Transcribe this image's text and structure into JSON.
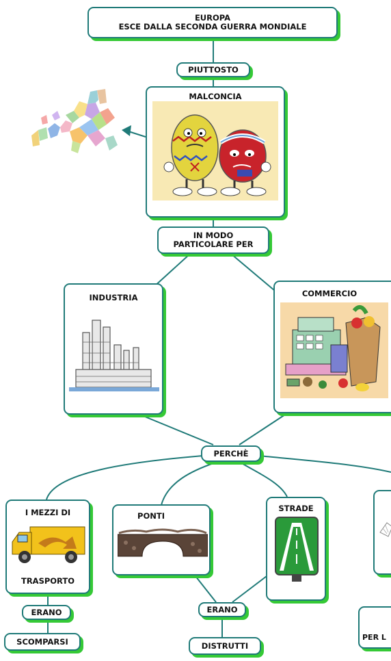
{
  "nodes": {
    "root_line1": "EUROPA",
    "root_line2": "ESCE DALLA SECONDA GUERRA MONDIALE",
    "piuttosto": "PIUTTOSTO",
    "malconcia": "MALCONCIA",
    "in_modo_line1": "IN MODO",
    "in_modo_line2": "PARTICOLARE PER",
    "industria": "INDUSTRIA",
    "commercio": "COMMERCIO",
    "perche": "PERCHÈ",
    "mezzi_top": "I MEZZI DI",
    "mezzi_bottom": "TRASPORTO",
    "ponti": "PONTI",
    "strade": "STRADE",
    "erano_left": "ERANO",
    "erano_mid": "ERANO",
    "scomparsi": "SCOMPARSI",
    "distrutti": "DISTRUTTI",
    "per_l_partial": "PER L"
  },
  "colors": {
    "border": "#1f7a78",
    "shadow": "#35c936",
    "connector": "#1f7a78"
  }
}
